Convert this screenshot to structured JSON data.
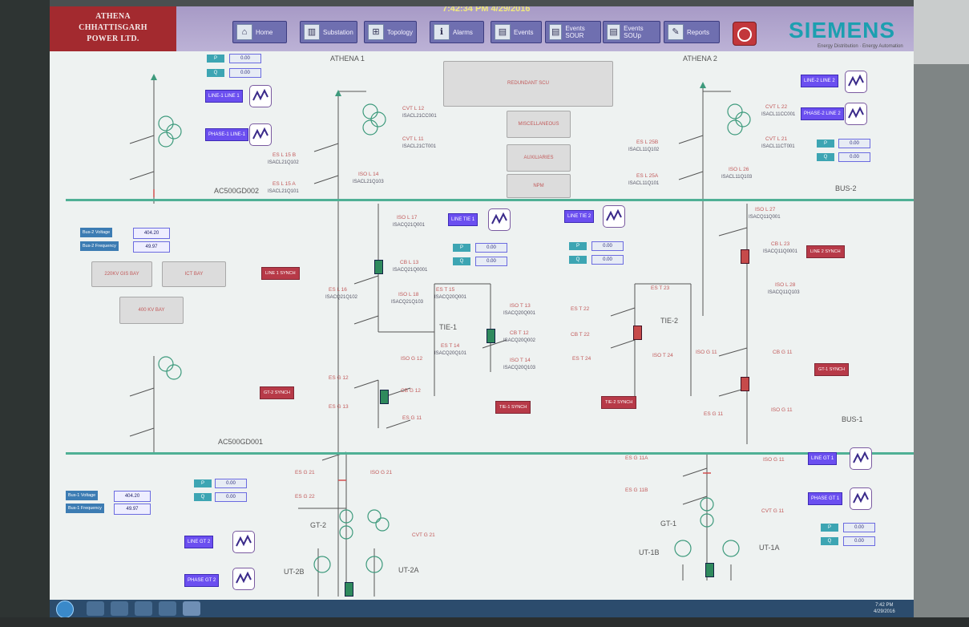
{
  "header": {
    "company": [
      "ATHENA",
      "CHHATTISGARH",
      "POWER LTD."
    ],
    "datetime": "7:42:34 PM 4/29/2016",
    "brand": "SIEMENS",
    "tagline": "Energy Distribution · Energy Automation",
    "nav": [
      "Home",
      "Substation",
      "Topology",
      "Alarms",
      "Events",
      "Events SOUR",
      "Events SOUp",
      "Reports"
    ]
  },
  "diagram": {
    "athena1": "ATHENA 1",
    "athena2": "ATHENA 2",
    "bus2": "BUS-2",
    "bus1": "BUS-1",
    "tie1": "TIE-1",
    "tie2": "TIE-2",
    "gt2": "GT-2",
    "gt1": "GT-1",
    "ut2b": "UT-2B",
    "ut2a": "UT-2A",
    "ut1b": "UT-1B",
    "ut1a": "UT-1A",
    "ac_top": "AC500GD002",
    "ac_bottom": "AC500GD001"
  },
  "buttons": {
    "redundant": "REDUNDANT SCU",
    "misc": "MISCELLANEOUS",
    "aux": "AUXILIARIES",
    "npm": "NPM"
  },
  "line_buttons": {
    "line1": "LINE-1 LINE 1",
    "phase1": "PHASE-1 LINE-1",
    "line2": "LINE-2 LINE 2",
    "phase2": "PHASE-2 LINE 2",
    "linetie1": "LINE TIE 1",
    "linetie2": "LINE TIE 2",
    "gt2": "LINE GT 2",
    "phgt2": "PHASE GT 2",
    "gt1": "LINE GT 1",
    "phgt1": "PHASE GT 1"
  },
  "synch": {
    "line1": "LINE 1 SYNCH",
    "line2": "LINE 2 SYNCH",
    "gt2": "GT-2 SYNCH",
    "tie1": "TIE-1 SYNCH",
    "tie2": "TIE-2 SYNCH",
    "gt1": "GT-1 SYNCH"
  },
  "measure": {
    "p": "P",
    "q": "Q",
    "v1": "0.00",
    "v2": "0.00",
    "bus2_voltage_lbl": "Bus-2 Voltage",
    "bus2_freq_lbl": "Bus-2 Frequency",
    "bus2_voltage": "404.20",
    "bus2_freq": "49.97",
    "bus1_voltage_lbl": "Bus-1 Voltage",
    "bus1_freq_lbl": "Bus-1 Frequency",
    "bus1_voltage": "404.20",
    "bus1_freq": "49.97"
  },
  "grey_buttons": {
    "b1": "220KV GIS BAY",
    "b2": "ICT BAY",
    "b3": "400 KV BAY"
  },
  "labels": {
    "cvt_l12": "CVT L 12",
    "id_cvt_l12": "ISACL21CC001",
    "cvt_l11": "CVT L 11",
    "id_cvt_l11": "ISACL21CT001",
    "esl_15b": "ES L 15 B",
    "id_esl_15b": "ISACL21Q102",
    "esl_15a": "ES L 15 A",
    "id_esl_15a": "ISACL21Q101",
    "isol_14": "ISO L 14",
    "id_isol_14": "ISACL21Q103",
    "cvt_l22": "CVT L 22",
    "id_cvt_l22": "ISACL11CC001",
    "cvt_l21": "CVT L 21",
    "id_cvt_l21": "ISACL11CT001",
    "esl_25b": "ES L 25B",
    "id_esl_25b": "ISACL11Q102",
    "esl_25a": "ES L 25A",
    "id_esl_25a": "ISACL11Q101",
    "isol_26": "ISO L 26",
    "id_isol_26": "ISACL11Q103",
    "isol_17": "ISO L 17",
    "id_isol_17": "ISACQ21Q001",
    "isol_27": "ISO L 27",
    "id_isol_27": "ISACQ11Q001",
    "cbl_13": "CB L 13",
    "id_cbl_13": "ISACQ21Q0001",
    "cbl_23": "CB L 23",
    "id_cbl_23": "ISACQ11Q0001",
    "esl_16": "ES L 16",
    "id_esl_16": "ISACQ21Q102",
    "isol_18": "ISO L 18",
    "id_isol_18": "ISACQ21Q103",
    "isol_28": "ISO L 28",
    "id_isol_28": "ISACQ11Q103",
    "est_15": "ES T 15",
    "id_est_15": "ISACQ20Q001",
    "isot_13": "ISO T 13",
    "id_isot_13": "ISACQ20Q001",
    "cbt_12": "CB T 12",
    "id_cbt_12": "ISACQ20Q002",
    "est_14": "ES T 14",
    "id_est_14": "ISACQ20Q101",
    "isot_14": "ISO T 14",
    "id_isot_14": "ISACQ20Q103",
    "est_22": "ES T 22",
    "est_23": "ES T 23",
    "cbt_22": "CB T 22",
    "est_24": "ES T 24",
    "isot_24": "ISO T 24",
    "isog_12": "ISO G 12",
    "esg_12": "ES G 12",
    "esg_13": "ES G 13",
    "cbg_11": "CB G 11",
    "cbg_12": "CB G 12",
    "esg_11": "ES G 11",
    "isog_11": "ISO G 11",
    "cvtg_21": "CVT G 21",
    "esg_21": "ES G 21",
    "esg_22": "ES G 22",
    "isog_21": "ISO G 21",
    "esg_11a": "ES G 11A",
    "esg_11b": "ES G 11B",
    "isog_11b": "ISO G 11",
    "cvtg_11": "CVT G 11"
  },
  "taskbar": {
    "time": "7:42 PM",
    "date": "4/29/2016"
  }
}
